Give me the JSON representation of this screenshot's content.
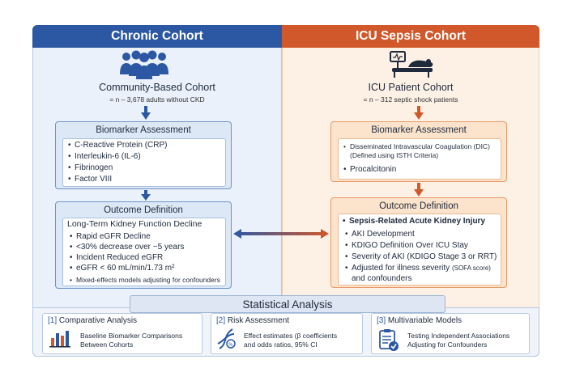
{
  "headers": {
    "left": "Chronic Cohort",
    "right": "ICU Sepsis Cohort"
  },
  "left": {
    "cohort_title": "Community-Based Cohort",
    "cohort_sub": "= n – 3,678 adults without CKD",
    "biomarker": {
      "title": "Biomarker Assessment",
      "items": [
        "C-Reactive Protein (CRP)",
        "Interleukin-6 (IL-6)",
        "Fibrinogen",
        "Factor VIII"
      ]
    },
    "outcome": {
      "title": "Outcome Definition",
      "subtitle": "Long-Term Kidney Function Decline",
      "items": [
        "Rapid eGFR Decline",
        "<30% decrease over ~5 years",
        "Incident Reduced eGFR",
        "eGFR < 60 mL/min/1.73 m²"
      ],
      "note": "Mixed-effects models adjusting for confounders"
    }
  },
  "right": {
    "cohort_title": "ICU Patient Cohort",
    "cohort_sub": "= n – 312 septic shock patients",
    "biomarker": {
      "title": "Biomarker Assessment",
      "item1_line1": "Disseminated Intravascular Coagulation (DIC)",
      "item1_line2": "(Defined using ISTH Criteria)",
      "item2": "Procalcitonin"
    },
    "outcome": {
      "title": "Outcome Definition",
      "subtitle": "Sepsis-Related Acute Kidney Injury",
      "items": [
        "AKI Development",
        "KDIGO Definition Over ICU Stay",
        "Severity of AKI (KDIGO Stage 3 or RRT)"
      ],
      "adjusted_main": "Adjusted for illness severity",
      "adjusted_small": "(SOFA score)",
      "adjusted_line2": "and confounders"
    }
  },
  "stat": {
    "title": "Statistical Analysis",
    "boxes": [
      {
        "num": "[1]",
        "title": "Comparative Analysis",
        "line1": "Baseline Biomarker Comparisons",
        "line2": "Between Cohorts"
      },
      {
        "num": "[2]",
        "title": "Risk Assessment",
        "line1": "Effect estimates (β coefficients",
        "line2": "and odds ratios, 95% CI"
      },
      {
        "num": "[3]",
        "title": "Multivariable Models",
        "line1": "Testing Independent Associations",
        "line2": "Adjusting for Confounders"
      }
    ]
  },
  "colors": {
    "blue": "#2c58a3",
    "orange": "#d1582a"
  },
  "icons": {
    "left": "people-group-icon",
    "right": "icu-bed-icon",
    "stat1": "bar-chart-icon",
    "stat2": "dna-icon",
    "stat3": "clipboard-check-icon"
  }
}
